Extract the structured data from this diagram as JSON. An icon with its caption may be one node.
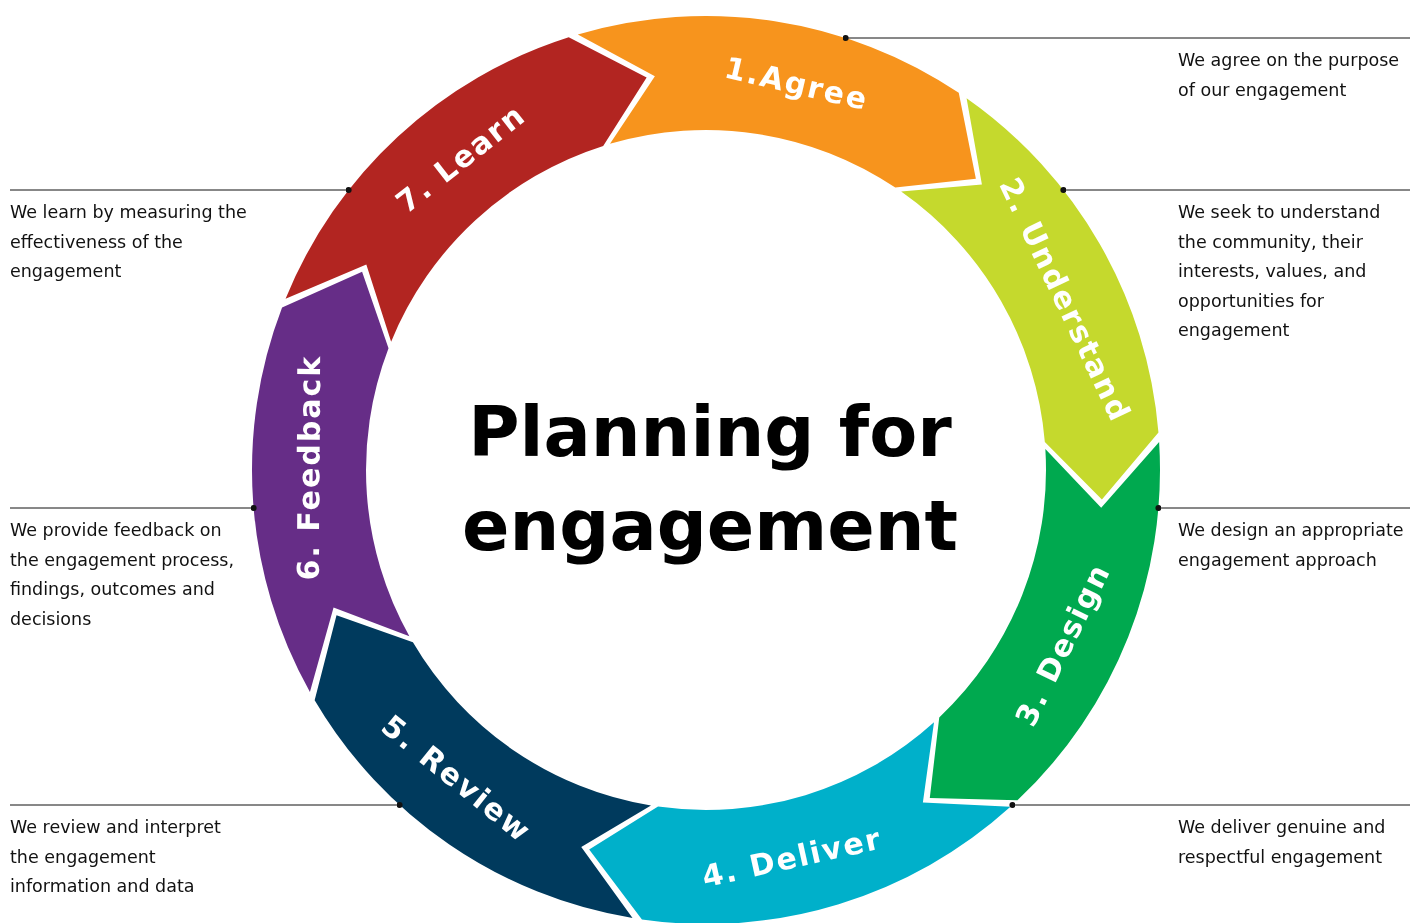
{
  "diagram": {
    "title": "Planning for engagement",
    "nodes": [
      {
        "text": [
          "1.Agree"
        ]
      },
      {
        "text": [
          "2. Understand"
        ]
      },
      {
        "text": [
          "3. Design"
        ]
      },
      {
        "text": [
          "4. Deliver"
        ]
      },
      {
        "text": [
          "5. Review"
        ]
      },
      {
        "text": [
          "6. Feedback"
        ]
      },
      {
        "text": [
          "7. Learn"
        ]
      },
      {
        "text": [
          "We agree on the purpose of our engagement"
        ]
      },
      {
        "text": [
          "We seek to understand the community, their interests, values, and opportunities for engagement"
        ]
      },
      {
        "text": [
          "We design an appropriate engagement approach"
        ]
      },
      {
        "text": [
          "We deliver genuine and respectful engagement"
        ]
      },
      {
        "text": [
          "We review and interpret the engagement information and data"
        ]
      },
      {
        "text": [
          "We provide feedback on the engagement process, findings, outcomes and decisions"
        ]
      },
      {
        "text": [
          "We learn by measuring the effectiveness of the engagement"
        ]
      }
    ],
    "edges": [
      {
        "from": 7,
        "to": 0,
        "arrow": "other"
      },
      {
        "from": 8,
        "to": 1,
        "arrow": "other"
      },
      {
        "from": 9,
        "to": 2,
        "arrow": "other"
      },
      {
        "from": 10,
        "to": 3,
        "arrow": "other"
      },
      {
        "from": 11,
        "to": 4,
        "arrow": "other"
      },
      {
        "from": 12,
        "to": 5,
        "arrow": "other"
      },
      {
        "from": 13,
        "to": 6,
        "arrow": "other"
      }
    ]
  }
}
